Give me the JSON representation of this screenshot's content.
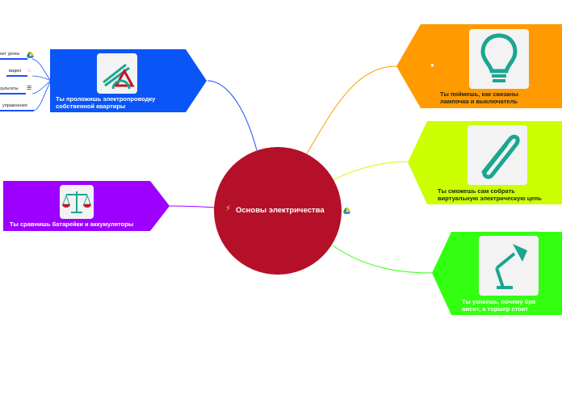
{
  "center": {
    "title": "Основы электричества",
    "bolt": "⚡",
    "color": "#b5102a"
  },
  "branches": [
    {
      "id": "wiring",
      "label_line1": "Ты проложишь электропроводку",
      "label_line2": "собственной квартиры",
      "color": "#0a55f6",
      "icon": "ruler-triangle-icon"
    },
    {
      "id": "lamp",
      "label_line1": "Ты поймешь, как связаны",
      "label_line2": "лампочка и выключатель",
      "color": "#ff9a00",
      "icon": "light-bulb-icon"
    },
    {
      "id": "circuit",
      "label_line1": "Ты сможешь сам собрать",
      "label_line2": "виртуальную электрическую цепь",
      "color": "#ccff00",
      "icon": "paperclip-icon"
    },
    {
      "id": "scales",
      "label_line1": "Ты сравнишь батарейки и аккумуляторы",
      "label_line2": "",
      "color": "#9d00ff",
      "icon": "scales-icon"
    },
    {
      "id": "lampdesk",
      "label_line1": "Ты узнаешь, почему бра",
      "label_line2": "висит, а торшер стоит",
      "color": "#33ff11",
      "icon": "desk-lamp-icon"
    }
  ],
  "subtopics": [
    {
      "label": "ект урока",
      "icon": "google-drive-icon"
    },
    {
      "label": "видео",
      "icon": "video-icon"
    },
    {
      "label": "зультаты",
      "icon": "list-icon"
    },
    {
      "label": "упражнения",
      "icon": ""
    }
  ]
}
